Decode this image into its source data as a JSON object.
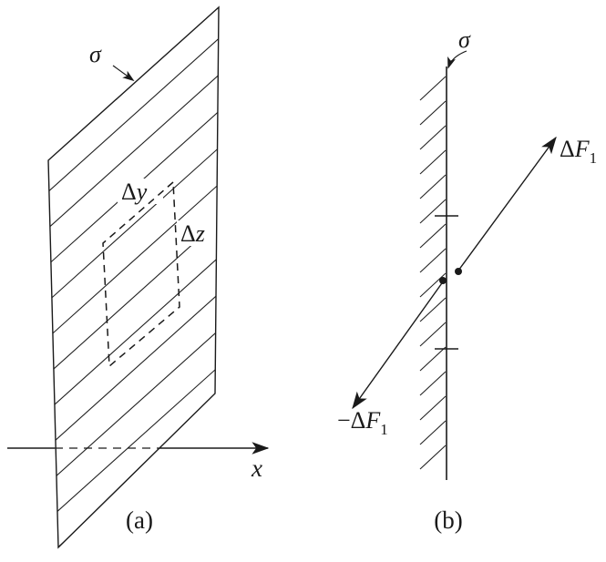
{
  "figure": {
    "colors": {
      "ink": "#1a1a1a",
      "background": "#ffffff"
    },
    "panel_a": {
      "caption": "(a)",
      "sigma_label": "σ",
      "delta_y": {
        "prefix": "Δ",
        "variable": "y"
      },
      "delta_z": {
        "prefix": "Δ",
        "variable": "z"
      },
      "x_axis_label": "x"
    },
    "panel_b": {
      "caption": "(b)",
      "sigma_label": "σ",
      "force_1": {
        "prefix": "Δ",
        "variable": "F",
        "subscript": "1"
      },
      "force_1_neg": {
        "prefix": "−Δ",
        "variable": "F",
        "subscript": "1"
      }
    }
  }
}
